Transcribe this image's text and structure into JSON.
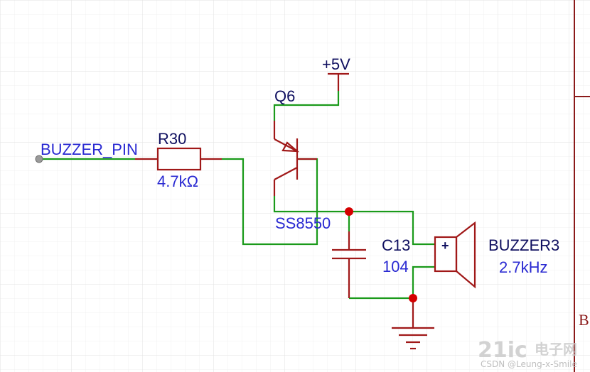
{
  "net_label": "BUZZER_PIN",
  "resistor": {
    "ref": "R30",
    "value": "4.7kΩ"
  },
  "transistor": {
    "ref": "Q6",
    "part": "SS8550"
  },
  "power": {
    "label": "+5V"
  },
  "capacitor": {
    "ref": "C13",
    "value": "104"
  },
  "buzzer": {
    "ref": "BUZZER3",
    "value": "2.7kHz",
    "pin_mark": "+"
  },
  "frame": {
    "zone_letter": "B"
  },
  "watermark": {
    "logo": "21ic",
    "site_cn": "电子网",
    "credit": "CSDN @Leung-x-Smile"
  }
}
